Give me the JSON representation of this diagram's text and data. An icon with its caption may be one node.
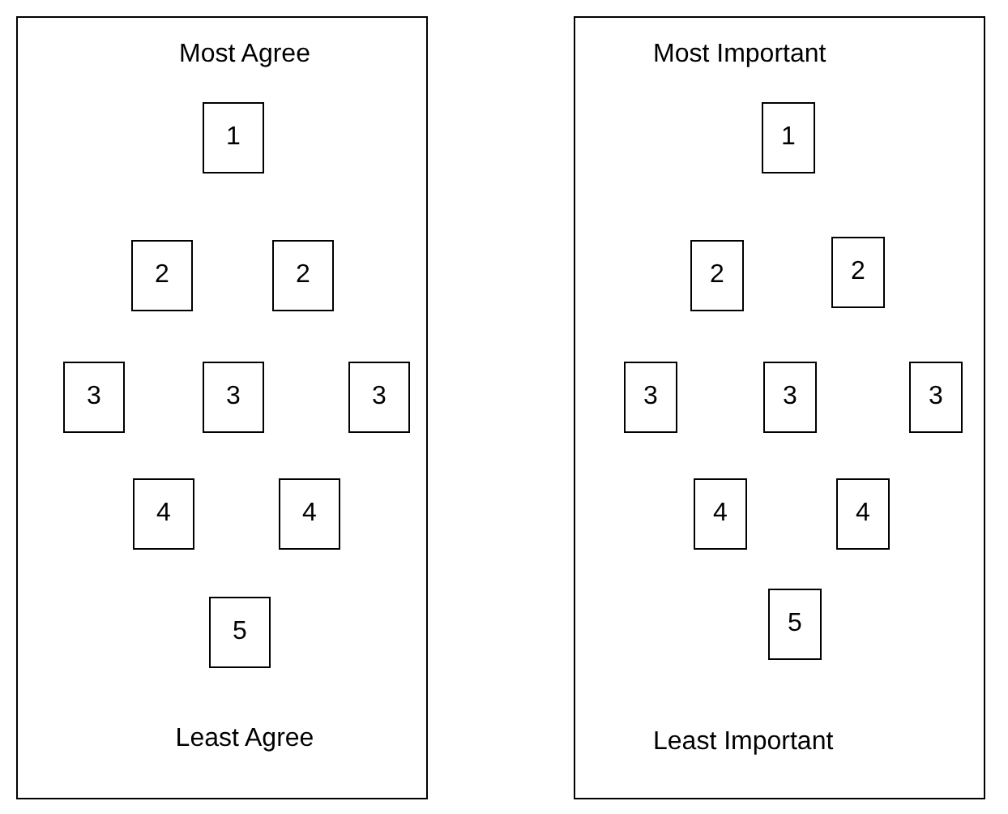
{
  "diagram": {
    "nodes": [
      {
        "text": [
          "Most Agree",
          "Least Agree"
        ]
      },
      {
        "text": [
          "1"
        ],
        "in": 0
      },
      {
        "text": [
          "2"
        ],
        "in": 0
      },
      {
        "text": [
          "2"
        ],
        "in": 0
      },
      {
        "text": [
          "3"
        ],
        "in": 0
      },
      {
        "text": [
          "3"
        ],
        "in": 0
      },
      {
        "text": [
          "3"
        ],
        "in": 0
      },
      {
        "text": [
          "4"
        ],
        "in": 0
      },
      {
        "text": [
          "4"
        ],
        "in": 0
      },
      {
        "text": [
          "5"
        ],
        "in": 0
      },
      {
        "text": [
          "Most Important",
          "Least Important"
        ]
      },
      {
        "text": [
          "1"
        ],
        "in": 10
      },
      {
        "text": [
          "2"
        ],
        "in": 10
      },
      {
        "text": [
          "2"
        ],
        "in": 10
      },
      {
        "text": [
          "3"
        ],
        "in": 10
      },
      {
        "text": [
          "3"
        ],
        "in": 10
      },
      {
        "text": [
          "3"
        ],
        "in": 10
      },
      {
        "text": [
          "4"
        ],
        "in": 10
      },
      {
        "text": [
          "4"
        ],
        "in": 10
      },
      {
        "text": [
          "5"
        ],
        "in": 10
      }
    ]
  }
}
